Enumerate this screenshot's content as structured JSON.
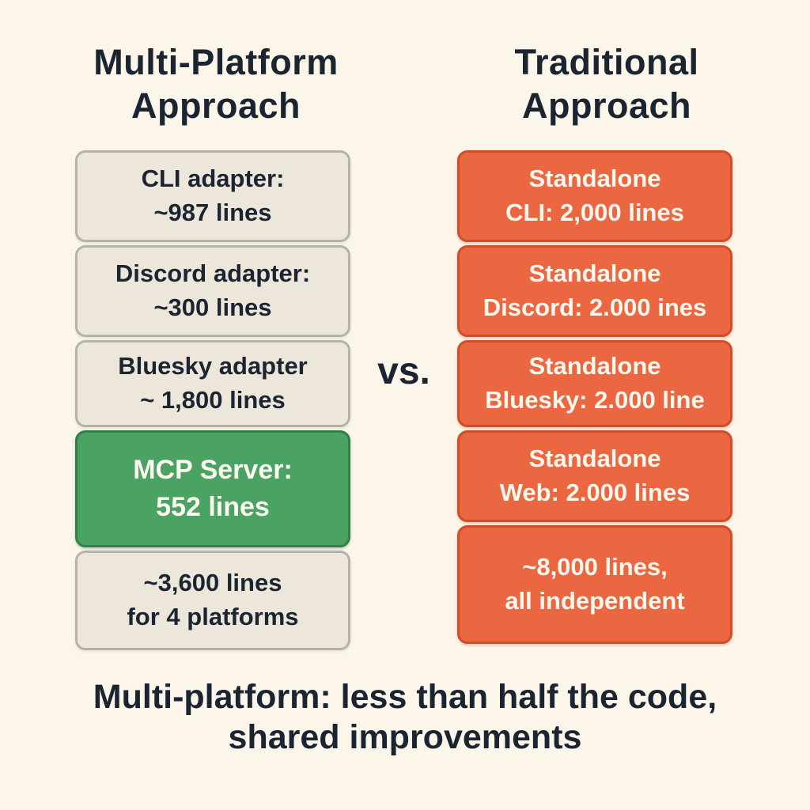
{
  "titles": {
    "left": {
      "line1": "Multi-Platform",
      "line2": "Approach"
    },
    "right": {
      "line1": "Traditional",
      "line2": "Approach"
    }
  },
  "vs_label": "vs.",
  "left_boxes": [
    {
      "id": "cli-adapter",
      "lines": [
        "CLI adapter:",
        "~987 lines"
      ]
    },
    {
      "id": "discord-adapter",
      "lines": [
        "Discord adapter:",
        "~300 lines"
      ]
    },
    {
      "id": "bluesky-adapter",
      "lines": [
        "Bluesky adapter",
        "~ 1,800 lines"
      ]
    },
    {
      "id": "mcp-server",
      "lines": [
        "MCP Server:",
        "552 lines"
      ]
    },
    {
      "id": "multiplatform-total",
      "lines": [
        "~3,600 lines",
        "for 4 platforms"
      ]
    }
  ],
  "right_boxes": [
    {
      "id": "standalone-cli",
      "lines": [
        "Standalone",
        "CLI: 2,000 lines"
      ]
    },
    {
      "id": "standalone-discord",
      "lines": [
        "Standalone",
        "Discord: 2.000 ines"
      ]
    },
    {
      "id": "standalone-bluesky",
      "lines": [
        "Standalone",
        "Bluesky: 2.000 line"
      ]
    },
    {
      "id": "standalone-web",
      "lines": [
        "Standalone",
        "Web: 2.000 lines"
      ]
    },
    {
      "id": "traditional-total",
      "lines": [
        "~8,000 lines,",
        "all independent"
      ]
    }
  ],
  "footer": {
    "line1": "Multi-platform: less than half the code,",
    "line2": "shared improvements"
  },
  "colors": {
    "background": "#fbf5ea",
    "dark_text": "#1b2531",
    "neutral_box_fill": "#ece7da",
    "neutral_box_border": "#b3b2ab",
    "green_box_fill": "#4aa263",
    "green_box_border": "#2f8049",
    "orange_box_fill": "#eb6742",
    "orange_box_border": "#d04d28",
    "light_text": "#fdf8ee"
  }
}
